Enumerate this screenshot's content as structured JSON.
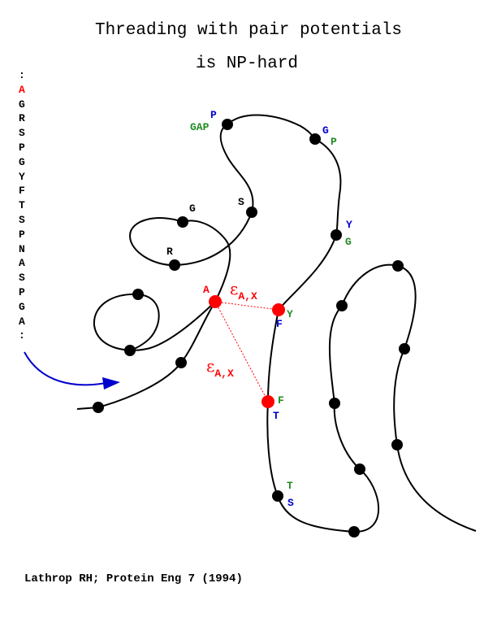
{
  "title_line1": "Threading with pair potentials",
  "title_line2": "is NP-hard",
  "citation": "Lathrop RH; Protein Eng 7 (1994)",
  "colors": {
    "red": "#ff0000",
    "blue": "#0000cc",
    "green": "#228b22",
    "black": "#000000"
  },
  "sequence": [
    ":",
    "A",
    "G",
    "R",
    "S",
    "P",
    "G",
    "Y",
    "F",
    "T",
    "S",
    "P",
    "N",
    "A",
    "S",
    "P",
    "G",
    "A",
    ":"
  ],
  "sequence_colors": [
    "black",
    "red",
    "black",
    "black",
    "black",
    "black",
    "black",
    "black",
    "black",
    "black",
    "black",
    "black",
    "black",
    "black",
    "black",
    "black",
    "black",
    "black",
    "black"
  ],
  "labels": {
    "p_top": "P",
    "gap": "GAP",
    "g_top": "G",
    "p_right": "P",
    "s": "S",
    "g_left": "G",
    "y_right": "Y",
    "g_right": "G",
    "r": "R",
    "a_red": "A",
    "y_mid": "Y",
    "f_mid": "F",
    "f_low": "F",
    "t_low": "T",
    "t_bottom": "T",
    "s_bottom": "S"
  },
  "epsilon": {
    "symbol": "ε",
    "sub": "A,X"
  }
}
